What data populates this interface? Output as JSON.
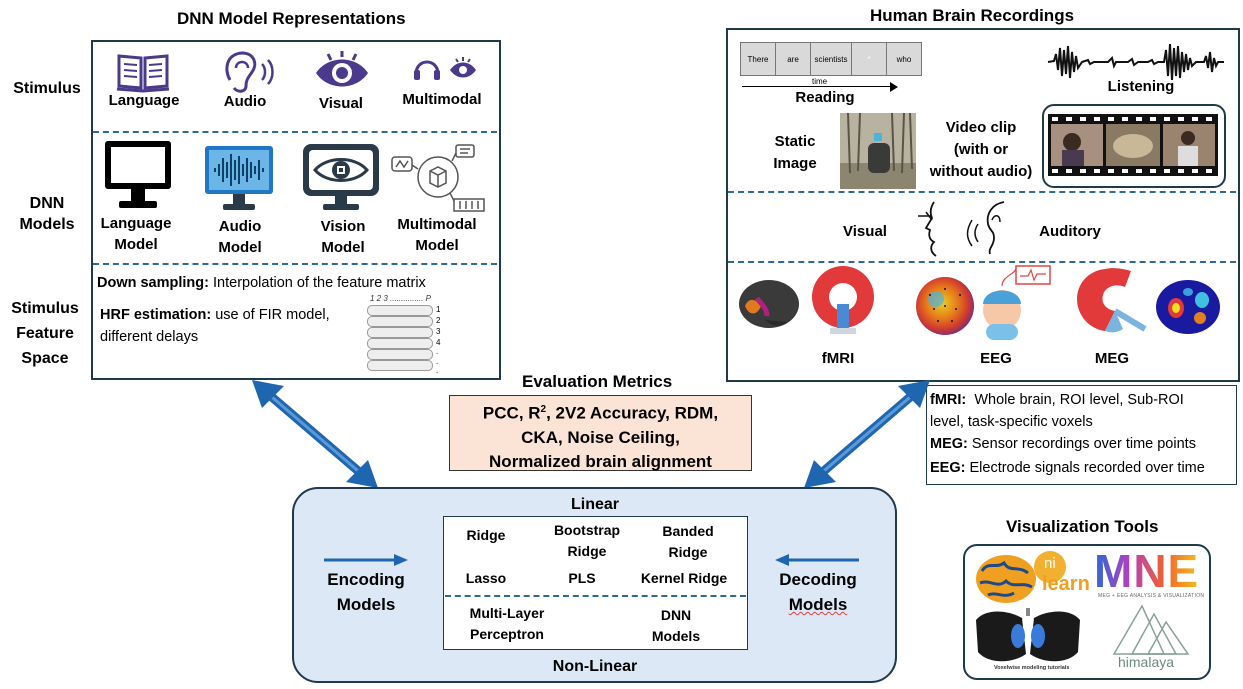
{
  "dnn": {
    "title": "DNN Model Representations",
    "row_labels": {
      "stimulus": "Stimulus",
      "models_1": "DNN",
      "models_2": "Models",
      "feature_1": "Stimulus",
      "feature_2": "Feature",
      "feature_3": "Space"
    },
    "stimuli": [
      "Language",
      "Audio",
      "Visual",
      "Multimodal"
    ],
    "models": [
      {
        "l1": "Language",
        "l2": "Model"
      },
      {
        "l1": "Audio",
        "l2": "Model"
      },
      {
        "l1": "Vision",
        "l2": "Model"
      },
      {
        "l1": "Multimodal",
        "l2": "Model"
      }
    ],
    "downsampling_bold": "Down sampling:",
    "downsampling_text": "Interpolation of the feature matrix",
    "hrf_bold": "HRF estimation:",
    "hrf_text_1": "use of FIR model,",
    "hrf_text_2": "different delays",
    "fir_header": "1 2 3 ............... P",
    "fir_rows": [
      "1",
      "2",
      "3",
      "4",
      ".",
      ".",
      "."
    ]
  },
  "brain": {
    "title": "Human Brain Recordings",
    "words": [
      "There",
      "are",
      "scientists",
      "*",
      "who"
    ],
    "time_label": "time",
    "reading": "Reading",
    "listening": "Listening",
    "static_1": "Static",
    "static_2": "Image",
    "video_1": "Video clip",
    "video_2": "(with or",
    "video_3": "without audio)",
    "visual": "Visual",
    "auditory": "Auditory",
    "fmri": "fMRI",
    "eeg": "EEG",
    "meg": "MEG"
  },
  "levels": {
    "fmri_bold": "fMRI:",
    "fmri_text_1": "Whole brain, ROI level, Sub-ROI",
    "fmri_text_2": "level, task-specific voxels",
    "meg_bold": "MEG:",
    "meg_text": "Sensor recordings over time points",
    "eeg_bold": "EEG:",
    "eeg_text": "Electrode signals recorded over time"
  },
  "metrics": {
    "title": "Evaluation Metrics",
    "line1_a": "PCC, R",
    "line1_sup": "2",
    "line1_b": ", 2V2 Accuracy, RDM,",
    "line2": "CKA, Noise Ceiling,",
    "line3": "Normalized brain alignment"
  },
  "center": {
    "linear": "Linear",
    "nonlinear": "Non-Linear",
    "ridge": "Ridge",
    "bootstrap_1": "Bootstrap",
    "bootstrap_2": "Ridge",
    "banded_1": "Banded",
    "banded_2": "Ridge",
    "lasso": "Lasso",
    "pls": "PLS",
    "kernel": "Kernel Ridge",
    "mlp_1": "Multi-Layer",
    "mlp_2": "Perceptron",
    "dnn_1": "DNN",
    "dnn_2": "Models",
    "encoding_1": "Encoding",
    "encoding_2": "Models",
    "decoding_1": "Decoding",
    "decoding_2": "Models"
  },
  "viz": {
    "title": "Visualization Tools",
    "nilearn_ni": "ni",
    "nilearn_learn": "learn",
    "mne": "MNE",
    "mne_sub": "MEG + EEG ANALYSIS & VISUALIZATION",
    "voxel_caption": "Voxelwise modeling tutorials",
    "himalaya": "himalaya"
  },
  "colors": {
    "arrow": "#1f66b0",
    "icon_purple": "#4b3a8c",
    "metrics_fill": "#fbe3d6",
    "center_fill": "#dce8f5",
    "dash": "#2e6a96"
  }
}
